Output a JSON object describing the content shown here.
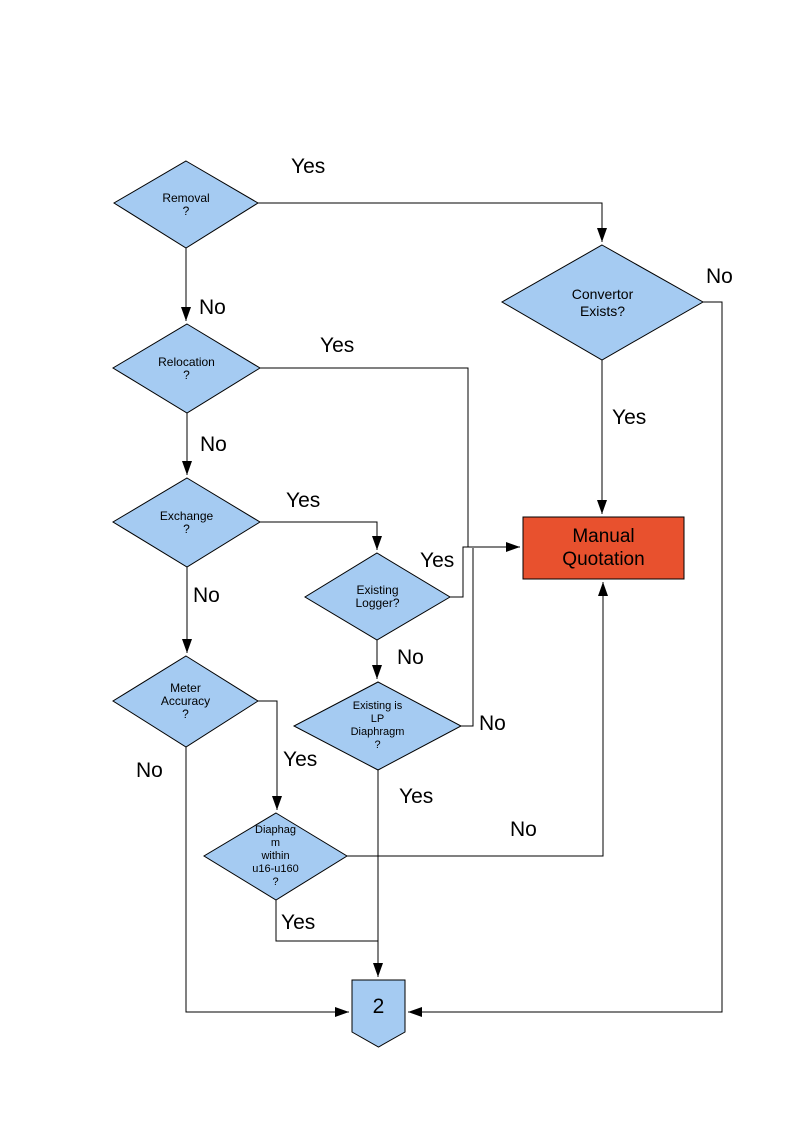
{
  "diagram": {
    "type": "flowchart",
    "colors": {
      "decision_fill": "#a5cbf2",
      "process_fill": "#e8512e",
      "connector_fill": "#a5cbf2",
      "stroke": "#000000",
      "line": "#000000",
      "page_bg": "#ffffff"
    },
    "nodes": {
      "removal": {
        "type": "decision",
        "label": "Removal\n?"
      },
      "relocation": {
        "type": "decision",
        "label": "Relocation\n?"
      },
      "exchange": {
        "type": "decision",
        "label": "Exchange\n?"
      },
      "meter_accuracy": {
        "type": "decision",
        "label": "Meter\nAccuracy\n?"
      },
      "existing_logger": {
        "type": "decision",
        "label": "Existing\nLogger?"
      },
      "existing_lp": {
        "type": "decision",
        "label": "Existing is\nLP\nDiaphragm\n?"
      },
      "diaphragm_range": {
        "type": "decision",
        "label": "Diaphag\nm\nwithin\nu16-u160\n?"
      },
      "convertor": {
        "type": "decision",
        "label": "Convertor\nExists?"
      },
      "manual_quotation": {
        "type": "process",
        "label": "Manual\nQuotation"
      },
      "connector_2": {
        "type": "off-page-connector",
        "label": "2"
      }
    },
    "edges": [
      {
        "from": "removal",
        "to": "convertor",
        "label": "Yes"
      },
      {
        "from": "removal",
        "to": "relocation",
        "label": "No"
      },
      {
        "from": "relocation",
        "to": "manual_quotation",
        "label": "Yes"
      },
      {
        "from": "relocation",
        "to": "exchange",
        "label": "No"
      },
      {
        "from": "exchange",
        "to": "existing_logger",
        "label": "Yes"
      },
      {
        "from": "exchange",
        "to": "meter_accuracy",
        "label": "No"
      },
      {
        "from": "existing_logger",
        "to": "manual_quotation",
        "label": "Yes"
      },
      {
        "from": "existing_logger",
        "to": "existing_lp",
        "label": "No"
      },
      {
        "from": "existing_lp",
        "to": "manual_quotation",
        "label": "No"
      },
      {
        "from": "existing_lp",
        "to": "connector_2",
        "label": "Yes"
      },
      {
        "from": "meter_accuracy",
        "to": "diaphragm_range",
        "label": "Yes"
      },
      {
        "from": "meter_accuracy",
        "to": "connector_2",
        "label": "No"
      },
      {
        "from": "diaphragm_range",
        "to": "connector_2",
        "label": "Yes"
      },
      {
        "from": "diaphragm_range",
        "to": "manual_quotation",
        "label": "No"
      },
      {
        "from": "convertor",
        "to": "manual_quotation",
        "label": "Yes"
      },
      {
        "from": "convertor",
        "to": "connector_2",
        "label": "No"
      }
    ],
    "edge_labels": {
      "removal_yes": "Yes",
      "removal_no": "No",
      "relocation_yes": "Yes",
      "relocation_no": "No",
      "exchange_yes": "Yes",
      "exchange_no": "No",
      "logger_yes": "Yes",
      "logger_no": "No",
      "lp_no": "No",
      "lp_yes": "Yes",
      "meter_yes": "Yes",
      "meter_no": "No",
      "diaphragm_yes": "Yes",
      "diaphragm_no": "No",
      "convertor_yes": "Yes",
      "convertor_no": "No"
    }
  }
}
